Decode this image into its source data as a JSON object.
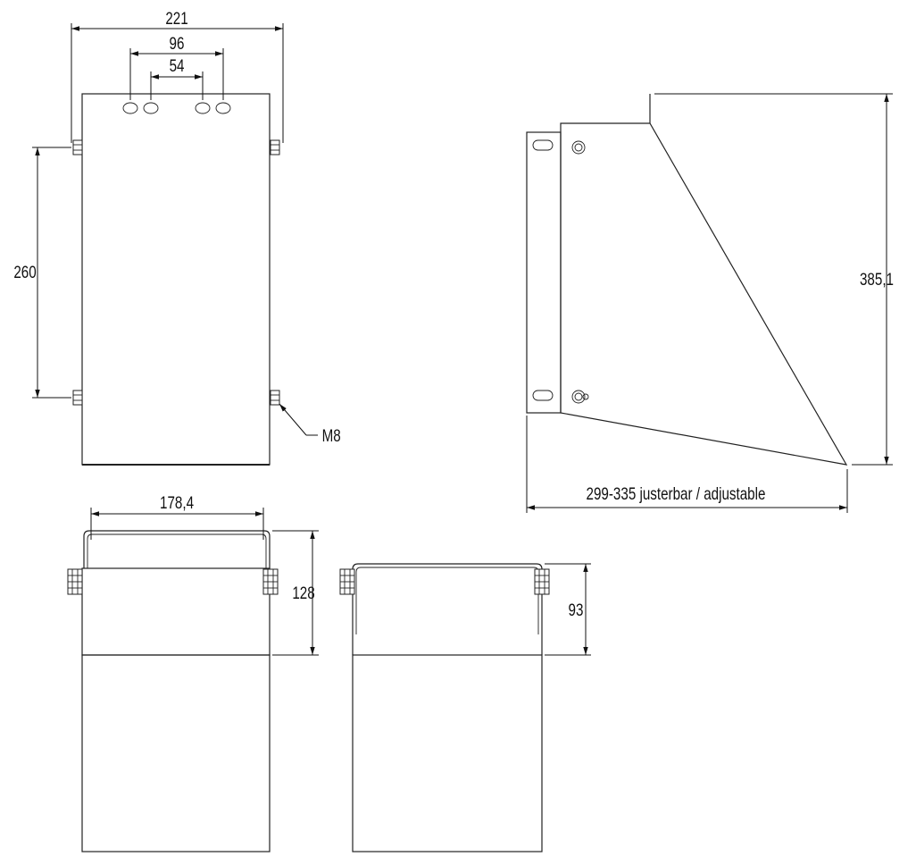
{
  "front_view": {
    "width_label": "221",
    "hole_spacing_outer_label": "96",
    "hole_spacing_inner_label": "54",
    "vertical_spacing_label": "260",
    "bolt_label": "M8"
  },
  "side_view": {
    "height_label": "385,1",
    "depth_label": "299-335 justerbar / adjustable"
  },
  "bottom_left_view": {
    "width_label": "178,4",
    "height_label": "128"
  },
  "bottom_right_view": {
    "height_label": "93"
  }
}
